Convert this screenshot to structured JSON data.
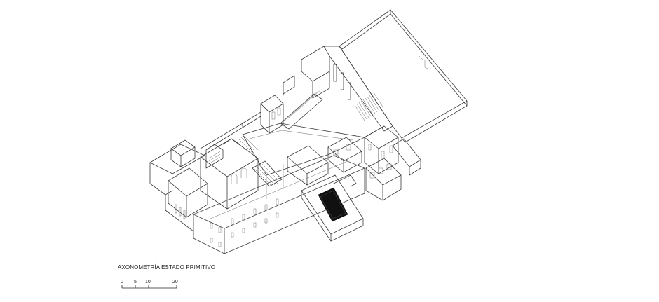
{
  "caption": "AXONOMETRÍA ESTADO PRIMITIVO",
  "scale_bar": {
    "labels": [
      "0",
      "5",
      "10",
      "20"
    ]
  },
  "colors": {
    "line": "#3a3a3a",
    "fill_dark": "#111111",
    "background": "#ffffff"
  }
}
